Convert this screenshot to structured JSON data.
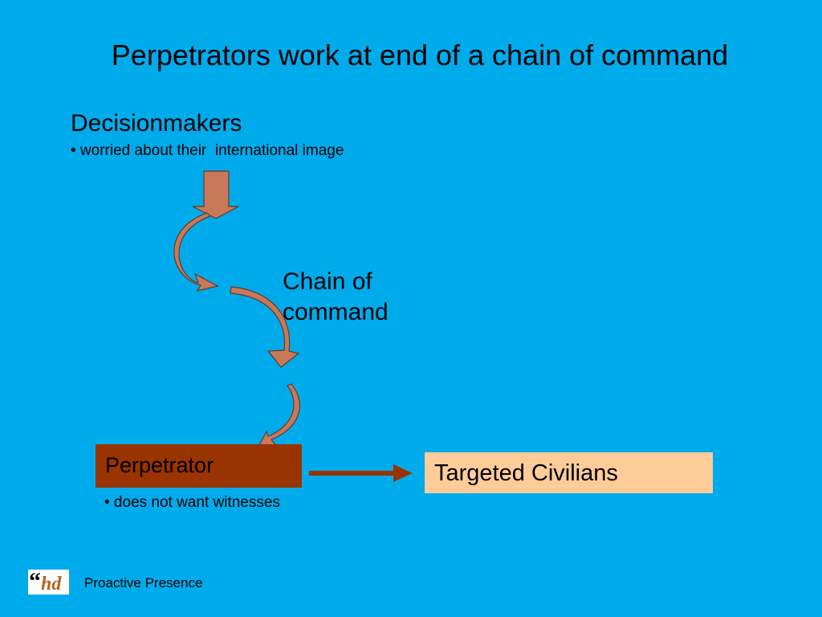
{
  "slide": {
    "title": "Perpetrators work at end of a chain of command",
    "decisionmakers": {
      "heading": "Decisionmakers",
      "bullet": "• worried about their  international image"
    },
    "chain_label": {
      "line1": "Chain of",
      "line2": "command"
    },
    "perpetrator": {
      "label": "Perpetrator",
      "bullet": "• does not want witnesses"
    },
    "target": {
      "label": "Targeted Civilians"
    },
    "footer": "Proactive Presence",
    "logo": {
      "quote_mark": "“",
      "text": "hd"
    }
  },
  "colors": {
    "background": "#00abec",
    "arrow_fill": "#c8795a",
    "arrow_stroke": "#5a3d2b",
    "perpetrator_box": "#993300",
    "target_box": "#ffcc99",
    "connector": "#993300"
  }
}
